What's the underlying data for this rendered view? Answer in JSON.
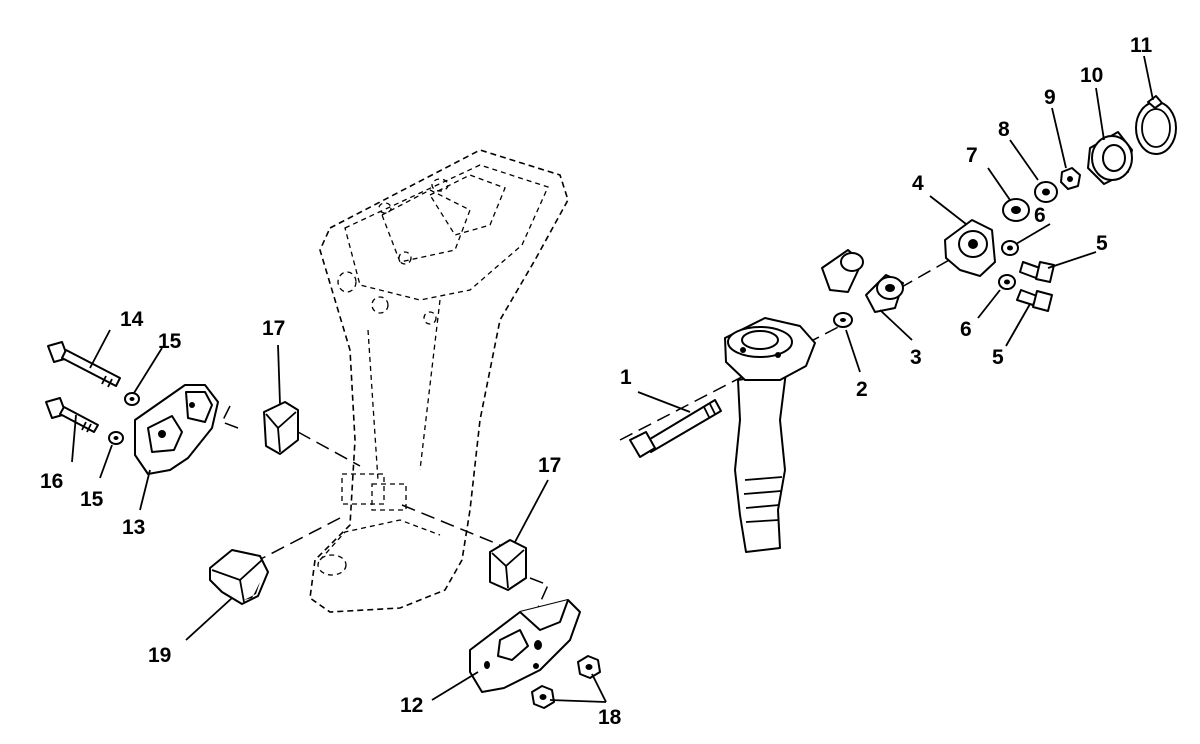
{
  "callouts": {
    "c1": "1",
    "c2": "2",
    "c3": "3",
    "c4": "4",
    "c5a": "5",
    "c5b": "5",
    "c6a": "6",
    "c6b": "6",
    "c7": "7",
    "c8": "8",
    "c9": "9",
    "c10": "10",
    "c11": "11",
    "c12": "12",
    "c13": "13",
    "c14": "14",
    "c15a": "15",
    "c15b": "15",
    "c16": "16",
    "c17a": "17",
    "c17b": "17",
    "c18": "18",
    "c19": "19"
  }
}
